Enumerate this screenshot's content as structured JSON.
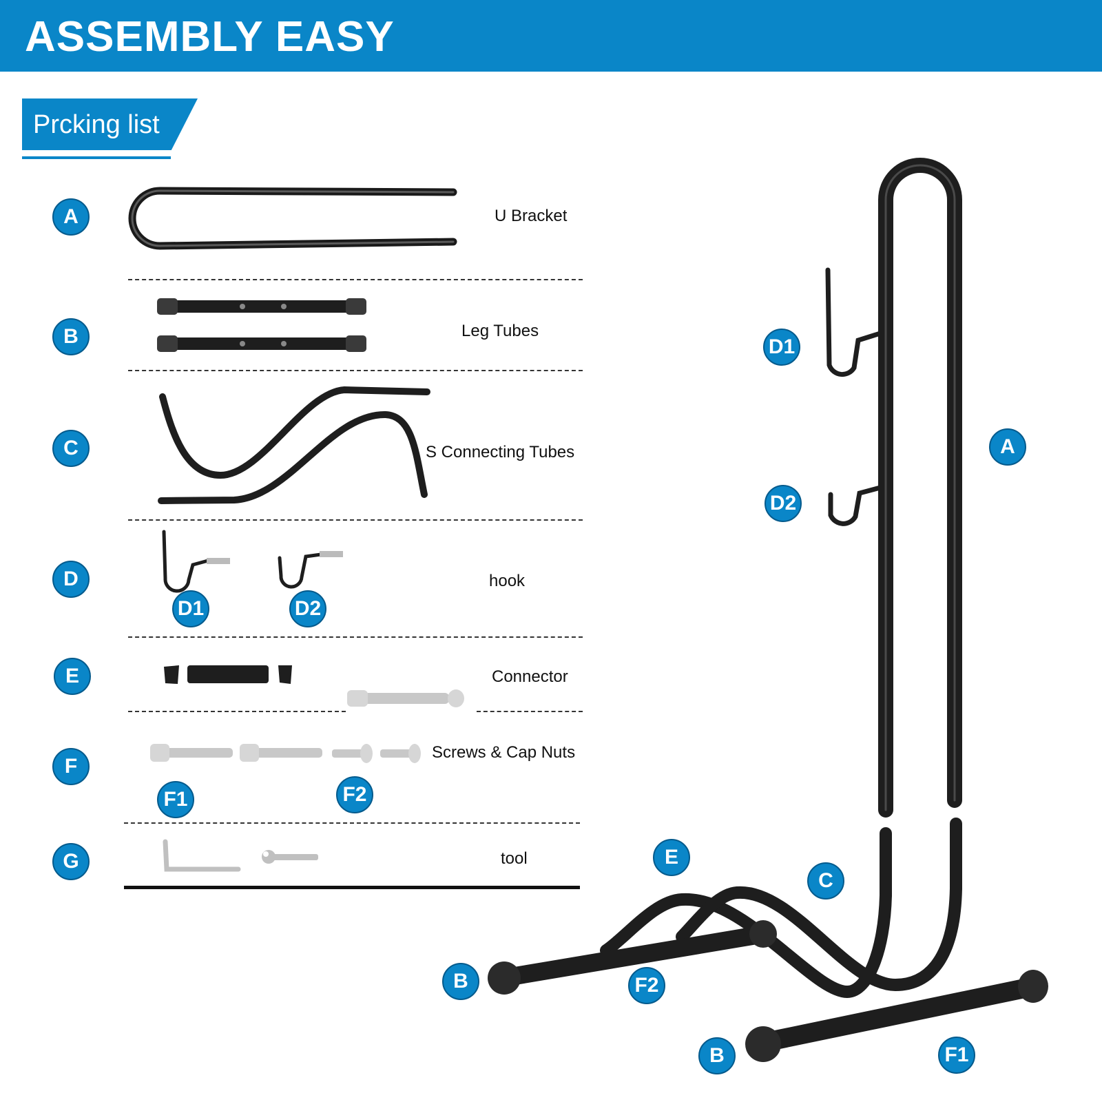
{
  "header": {
    "title": "ASSEMBLY EASY"
  },
  "packing_list": {
    "title": "Prcking list",
    "items": [
      {
        "id": "A",
        "label": "U Bracket"
      },
      {
        "id": "B",
        "label": "Leg Tubes"
      },
      {
        "id": "C",
        "label": "S Connecting Tubes"
      },
      {
        "id": "D",
        "label": "hook",
        "sub": [
          "D1",
          "D2"
        ]
      },
      {
        "id": "E",
        "label": "Connector"
      },
      {
        "id": "F",
        "label": "Screws & Cap Nuts",
        "sub": [
          "F1",
          "F2"
        ]
      },
      {
        "id": "G",
        "label": "tool"
      }
    ]
  },
  "assembly_callouts": {
    "d1": "D1",
    "d2": "D2",
    "a": "A",
    "e": "E",
    "c": "C",
    "b_left": "B",
    "f2": "F2",
    "b_right": "B",
    "f1": "F1"
  },
  "colors": {
    "brand_blue": "#0a86c8",
    "badge_border": "#045a8c",
    "tube": "#1a1a1a",
    "metal": "#c8c8c8"
  }
}
